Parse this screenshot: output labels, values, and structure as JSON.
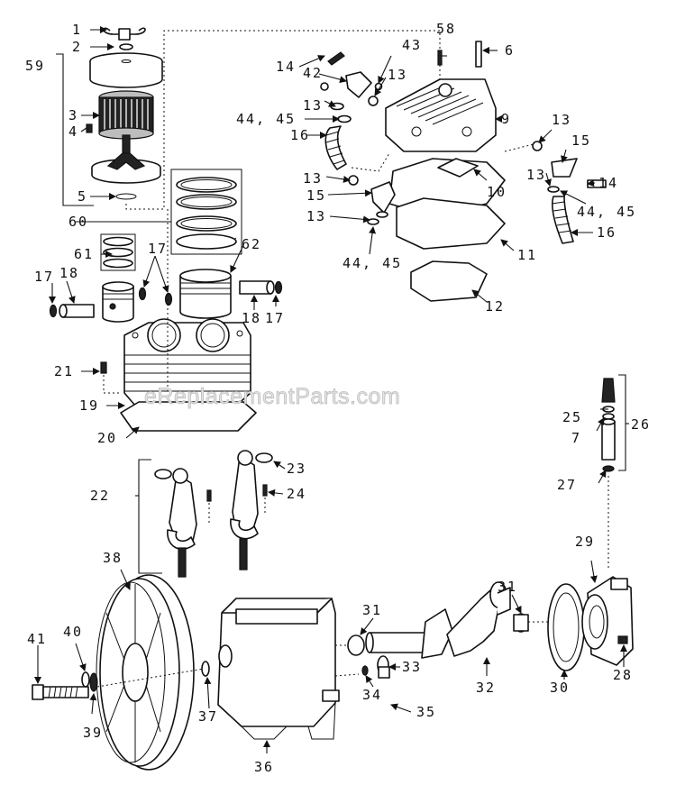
{
  "watermark": "eReplacementParts.com",
  "colors": {
    "ink": "#111111",
    "paper": "#ffffff",
    "watermark": "#bdbdbd"
  },
  "callouts": {
    "c1": "1",
    "c2": "2",
    "c3": "3",
    "c4": "4",
    "c5": "5",
    "c6": "6",
    "c7": "7",
    "c9": "9",
    "c10": "10",
    "c11": "11",
    "c12": "12",
    "c13a": "13",
    "c13b": "13",
    "c13c": "13",
    "c13d": "13",
    "c13e": "13",
    "c13f": "13",
    "c14a": "14",
    "c14b": "14",
    "c15a": "15",
    "c15b": "15",
    "c16a": "16",
    "c16b": "16",
    "c17a": "17",
    "c17b": "17",
    "c17c": "17",
    "c18a": "18",
    "c18b": "18",
    "c19": "19",
    "c20": "20",
    "c21": "21",
    "c22": "22",
    "c23": "23",
    "c24": "24",
    "c25": "25",
    "c26": "26",
    "c27": "27",
    "c28": "28",
    "c29": "29",
    "c30": "30",
    "c31a": "31",
    "c31b": "31",
    "c32": "32",
    "c33": "33",
    "c34": "34",
    "c35": "35",
    "c36": "36",
    "c37": "37",
    "c38": "38",
    "c39": "39",
    "c40": "40",
    "c41": "41",
    "c42": "42",
    "c43": "43",
    "c4445a": "44, 45",
    "c4445b": "44, 45",
    "c4445c": "44, 45",
    "c58": "58",
    "c59": "59",
    "c60": "60",
    "c61": "61",
    "c62": "62"
  }
}
